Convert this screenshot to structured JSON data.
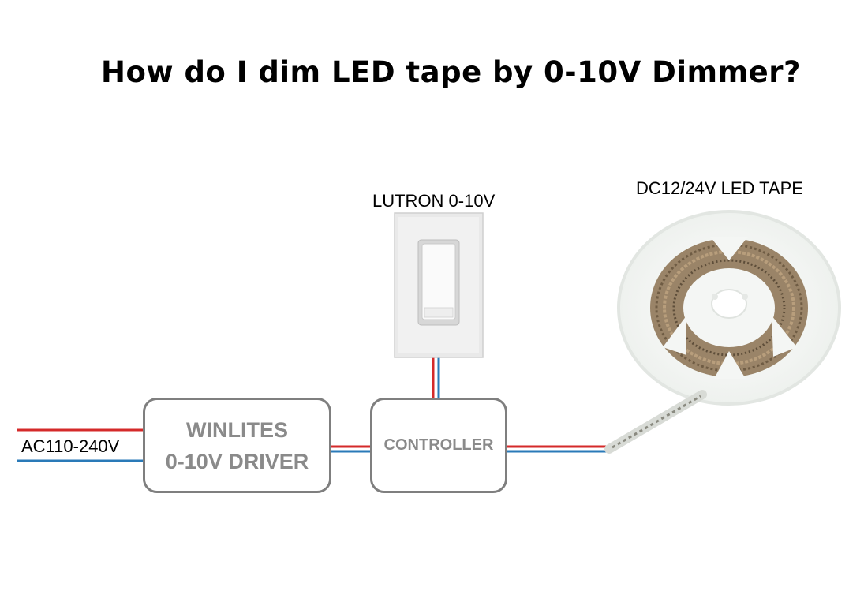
{
  "title": "How do I dim LED tape by 0-10V Dimmer?",
  "labels": {
    "dimmer": "LUTRON 0-10V",
    "tape": "DC12/24V LED TAPE",
    "input": "AC110-240V"
  },
  "driver": {
    "line1": "WINLITES",
    "line2": "0-10V DRIVER"
  },
  "controller": {
    "label": "CONTROLLER"
  },
  "colors": {
    "wire_live": "#d42a2a",
    "wire_neutral": "#2a7ab8",
    "box_border": "#7f7f7f",
    "box_text": "#8a8a8a"
  }
}
